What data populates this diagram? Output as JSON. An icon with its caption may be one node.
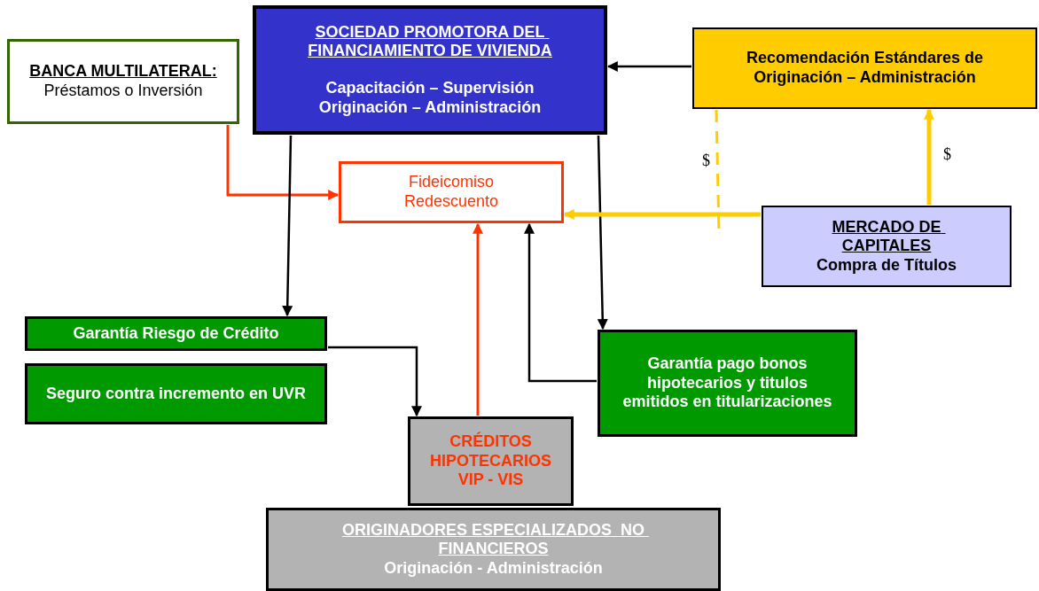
{
  "diagram": {
    "nodes": [
      {
        "text": [
          "BANCA MULTILATERAL:",
          "Préstamos o Inversión"
        ]
      },
      {
        "text": [
          "SOCIEDAD PROMOTORA DEL FINANCIAMIENTO DE VIVIENDA",
          "Capacitación – Supervisión Originación – Administración"
        ]
      },
      {
        "text": [
          "Recomendación Estándares de Originación – Administración"
        ]
      },
      {
        "text": [
          "Fideicomiso Redescuento"
        ]
      },
      {
        "text": [
          "MERCADO DE CAPITALES",
          "Compra de Títulos"
        ]
      },
      {
        "text": [
          "Garantía Riesgo de Crédito"
        ]
      },
      {
        "text": [
          "Seguro contra incremento en UVR"
        ]
      },
      {
        "text": [
          "Garantía pago bonos hipotecarios y titulos emitidos en titularizaciones"
        ]
      },
      {
        "text": [
          "CRÉDITOS HIPOTECARIOS VIP - VIS"
        ]
      },
      {
        "text": [
          "ORIGINADORES ESPECIALIZADOS  NO FINANCIEROS",
          "Originación - Administración"
        ]
      }
    ],
    "edges": [
      {
        "from": 0,
        "to": 3,
        "arrow": "to",
        "color": "#ff3300"
      },
      {
        "from": 1,
        "to": 5,
        "arrow": "to"
      },
      {
        "from": 1,
        "to": 7,
        "arrow": "to"
      },
      {
        "from": 2,
        "to": 1,
        "arrow": "to"
      },
      {
        "from": 4,
        "to": 2,
        "arrow": "to",
        "label": "$",
        "style": "thick",
        "color": "#ffcc00"
      },
      {
        "from": 4,
        "to": 3,
        "arrow": "to",
        "style": "thick",
        "color": "#ffcc00"
      },
      {
        "from": 2,
        "to": null,
        "arrow": "none",
        "label": "$",
        "style": "dashed",
        "color": "#ffcc00"
      },
      {
        "from": 5,
        "to": 8,
        "arrow": "to"
      },
      {
        "from": 8,
        "to": 3,
        "arrow": "to",
        "color": "#ff3300"
      },
      {
        "from": 7,
        "to": 3,
        "arrow": "to"
      }
    ]
  }
}
